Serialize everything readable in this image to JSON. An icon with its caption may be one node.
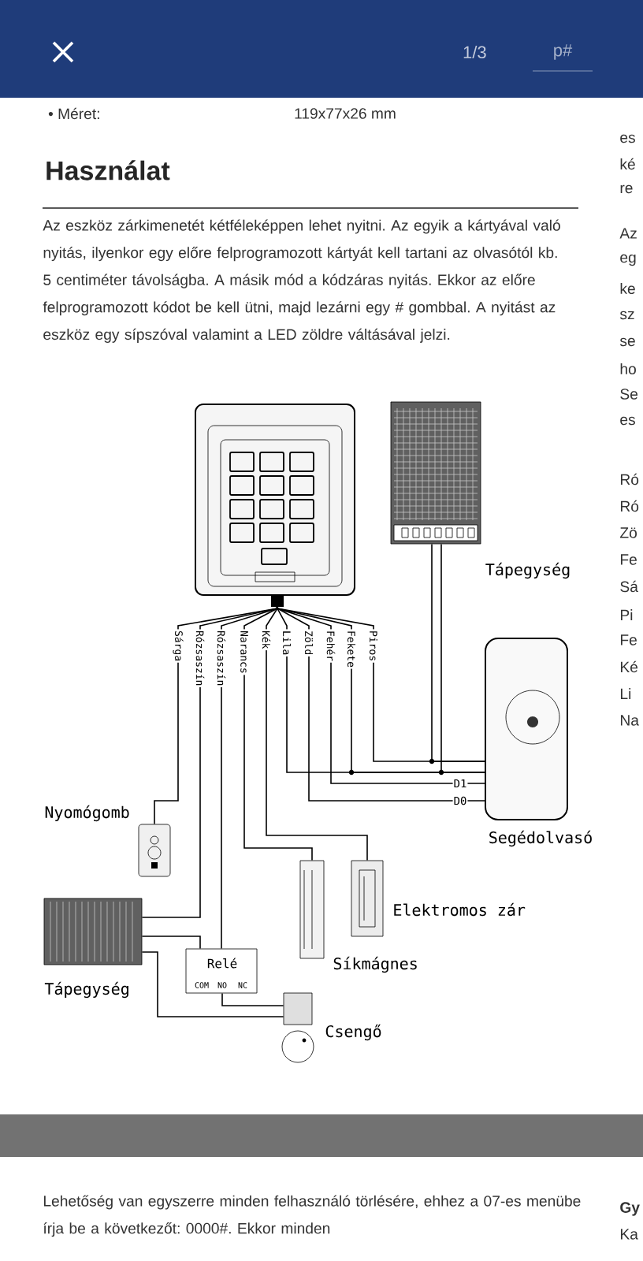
{
  "diagram": {
    "title": "Használat",
    "nodes": [
      {
        "text": [],
        "shape": "picture"
      },
      {
        "text": [
          "Tápegység"
        ]
      },
      {
        "text": [
          "Segédolvasó"
        ]
      },
      {
        "text": [
          "Nyomógomb"
        ]
      },
      {
        "text": [
          "Tápegység"
        ]
      },
      {
        "text": [
          "Relé",
          "COM",
          "NO",
          "NC"
        ]
      },
      {
        "text": [
          "Elektromos zár"
        ]
      },
      {
        "text": [
          "Síkmágnes"
        ]
      },
      {
        "text": [
          "Csengő"
        ]
      }
    ],
    "edges": [
      {
        "from": 0,
        "to": 3,
        "arrow": "none",
        "label": "Sárga"
      },
      {
        "from": 0,
        "to": 4,
        "arrow": "none",
        "label": "Rózsaszín"
      },
      {
        "from": 0,
        "to": 5,
        "arrow": "none",
        "label": "Rózsaszín"
      },
      {
        "from": 0,
        "to": 7,
        "arrow": "none",
        "label": "Narancs"
      },
      {
        "from": 0,
        "to": 6,
        "arrow": "none",
        "label": "Kék"
      },
      {
        "from": 0,
        "to": 2,
        "arrow": "none",
        "label": "Lila"
      },
      {
        "from": 0,
        "to": 2,
        "arrow": "none",
        "label": "Zöld"
      },
      {
        "from": 0,
        "to": 2,
        "arrow": "none",
        "label": "Fehér"
      },
      {
        "from": 0,
        "to": 2,
        "arrow": "none",
        "label": "Fekete"
      },
      {
        "from": 0,
        "to": 2,
        "arrow": "none",
        "label": "Piros"
      },
      {
        "from": 1,
        "to": 2,
        "arrow": "none"
      },
      {
        "from": 1,
        "to": 2,
        "arrow": "none"
      },
      {
        "from": 4,
        "to": 5,
        "arrow": "none"
      },
      {
        "from": 4,
        "to": 8,
        "arrow": "none"
      },
      {
        "from": 5,
        "to": 8,
        "arrow": "none"
      }
    ],
    "labels": [
      "1/3",
      "p#",
      "• Méret:",
      "119x77x26 mm",
      "Az eszköz zárkimenetét kétféleképpen lehet nyitni. Az egyik a kártyával való nyitás, ilyenkor egy előre felprogramozott kártyát kell tartani az olvasótól kb. 5 centiméter távolságba. A másik mód a kódzáras nyitás. Ekkor az előre felprogramozott kódot be kell ütni, majd lezárni egy # gombbal. A nyitást az eszköz egy sípszóval valamint a LED zöldre váltásával jelzi.",
      "D1",
      "D0",
      "Lehetőség van egyszerre minden felhasználó törlésére, ehhez a 07-es menübe írja be a következőt: 0000#. Ekkor minden",
      "es",
      "ké",
      "re",
      "Az",
      "eg",
      "ke",
      "sz",
      "se",
      "ho",
      "Se",
      "es",
      "Ró",
      "Ró",
      "Zö",
      "Fe",
      "Sá",
      "Pi",
      "Fe",
      "Ké",
      "Li",
      "Na",
      "Gy",
      "Ka"
    ]
  }
}
